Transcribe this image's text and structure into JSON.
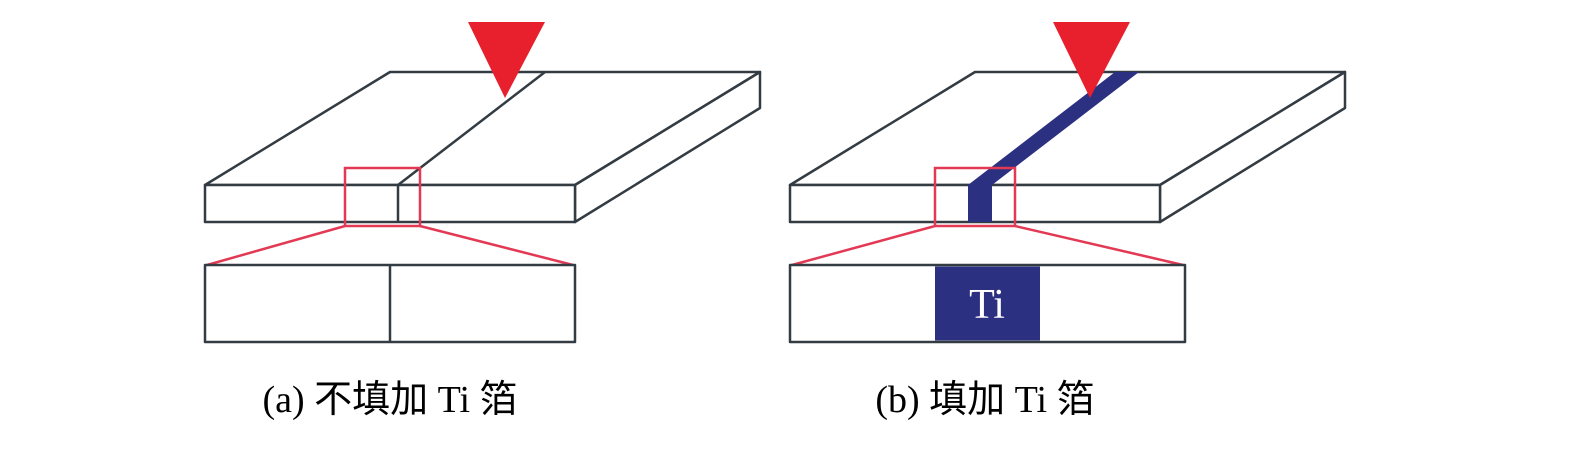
{
  "figure": {
    "type": "schematic-diagram",
    "description": "Laser butt-welding schematic comparing joints without and with Ti foil interlayer",
    "panels": [
      {
        "id": "a",
        "caption": "(a) 不填加 Ti 箔",
        "has_foil": false
      },
      {
        "id": "b",
        "caption": "(b) 填加 Ti 箔",
        "has_foil": true,
        "foil_label": "Ti"
      }
    ]
  },
  "icons": {
    "laser_beam": "red-downward-triangle",
    "zoom_region": "red-rectangle-callout"
  },
  "colors": {
    "background": "#ffffff",
    "outline": "#333b43",
    "laser_red": "#e81f2d",
    "zoom_red": "#e23a55",
    "foil_navy": "#2b3080",
    "foil_text": "#ffffff"
  }
}
